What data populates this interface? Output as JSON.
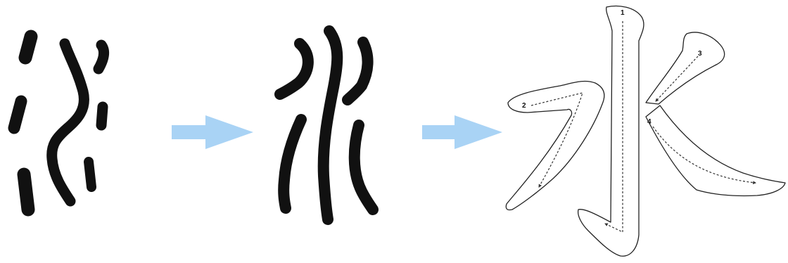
{
  "colors": {
    "ink": "#111111",
    "arrow": "#a9d3f5",
    "outline": "#222222",
    "guide": "#333333"
  },
  "stages": [
    {
      "name": "oracle-bone-form"
    },
    {
      "name": "seal-script-form"
    },
    {
      "name": "regular-script-outline"
    }
  ],
  "stroke_numbers": [
    "1",
    "2",
    "3",
    "4"
  ]
}
